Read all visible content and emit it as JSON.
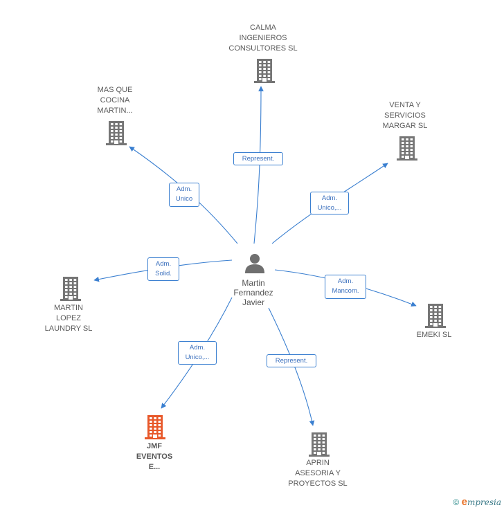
{
  "center": {
    "name": "Martin\nFernandez\nJavier",
    "icon": "person-icon"
  },
  "companies": [
    {
      "id": "calma",
      "name": "CALMA\nINGENIEROS\nCONSULTORES SL",
      "role": "Represent.",
      "icon": "building-icon"
    },
    {
      "id": "masque",
      "name": "MAS QUE\nCOCINA\nMARTIN...",
      "role": "Adm.\nUnico",
      "icon": "building-icon"
    },
    {
      "id": "venta",
      "name": "VENTA Y\nSERVICIOS\nMARGAR  SL",
      "role": "Adm.\nUnico,...",
      "icon": "building-icon"
    },
    {
      "id": "laundry",
      "name": "MARTIN\nLOPEZ\nLAUNDRY  SL",
      "role": "Adm.\nSolid.",
      "icon": "building-icon"
    },
    {
      "id": "emeki",
      "name": "EMEKI SL",
      "role": "Adm.\nMancom.",
      "icon": "building-icon"
    },
    {
      "id": "jmf",
      "name": "JMF\nEVENTOS\nE...",
      "role": "Adm.\nUnico,...",
      "icon": "building-icon",
      "highlight": true
    },
    {
      "id": "aprin",
      "name": "APRIN\nASESORIA Y\nPROYECTOS SL",
      "role": "Represent.",
      "icon": "building-icon"
    }
  ],
  "colors": {
    "edge": "#3a7fd0",
    "building": "#757575",
    "building_highlight": "#e8582a",
    "person": "#6f6f6f"
  },
  "footer": {
    "copyright": "©",
    "brand": "mpresia",
    "brand_initial": "e"
  }
}
